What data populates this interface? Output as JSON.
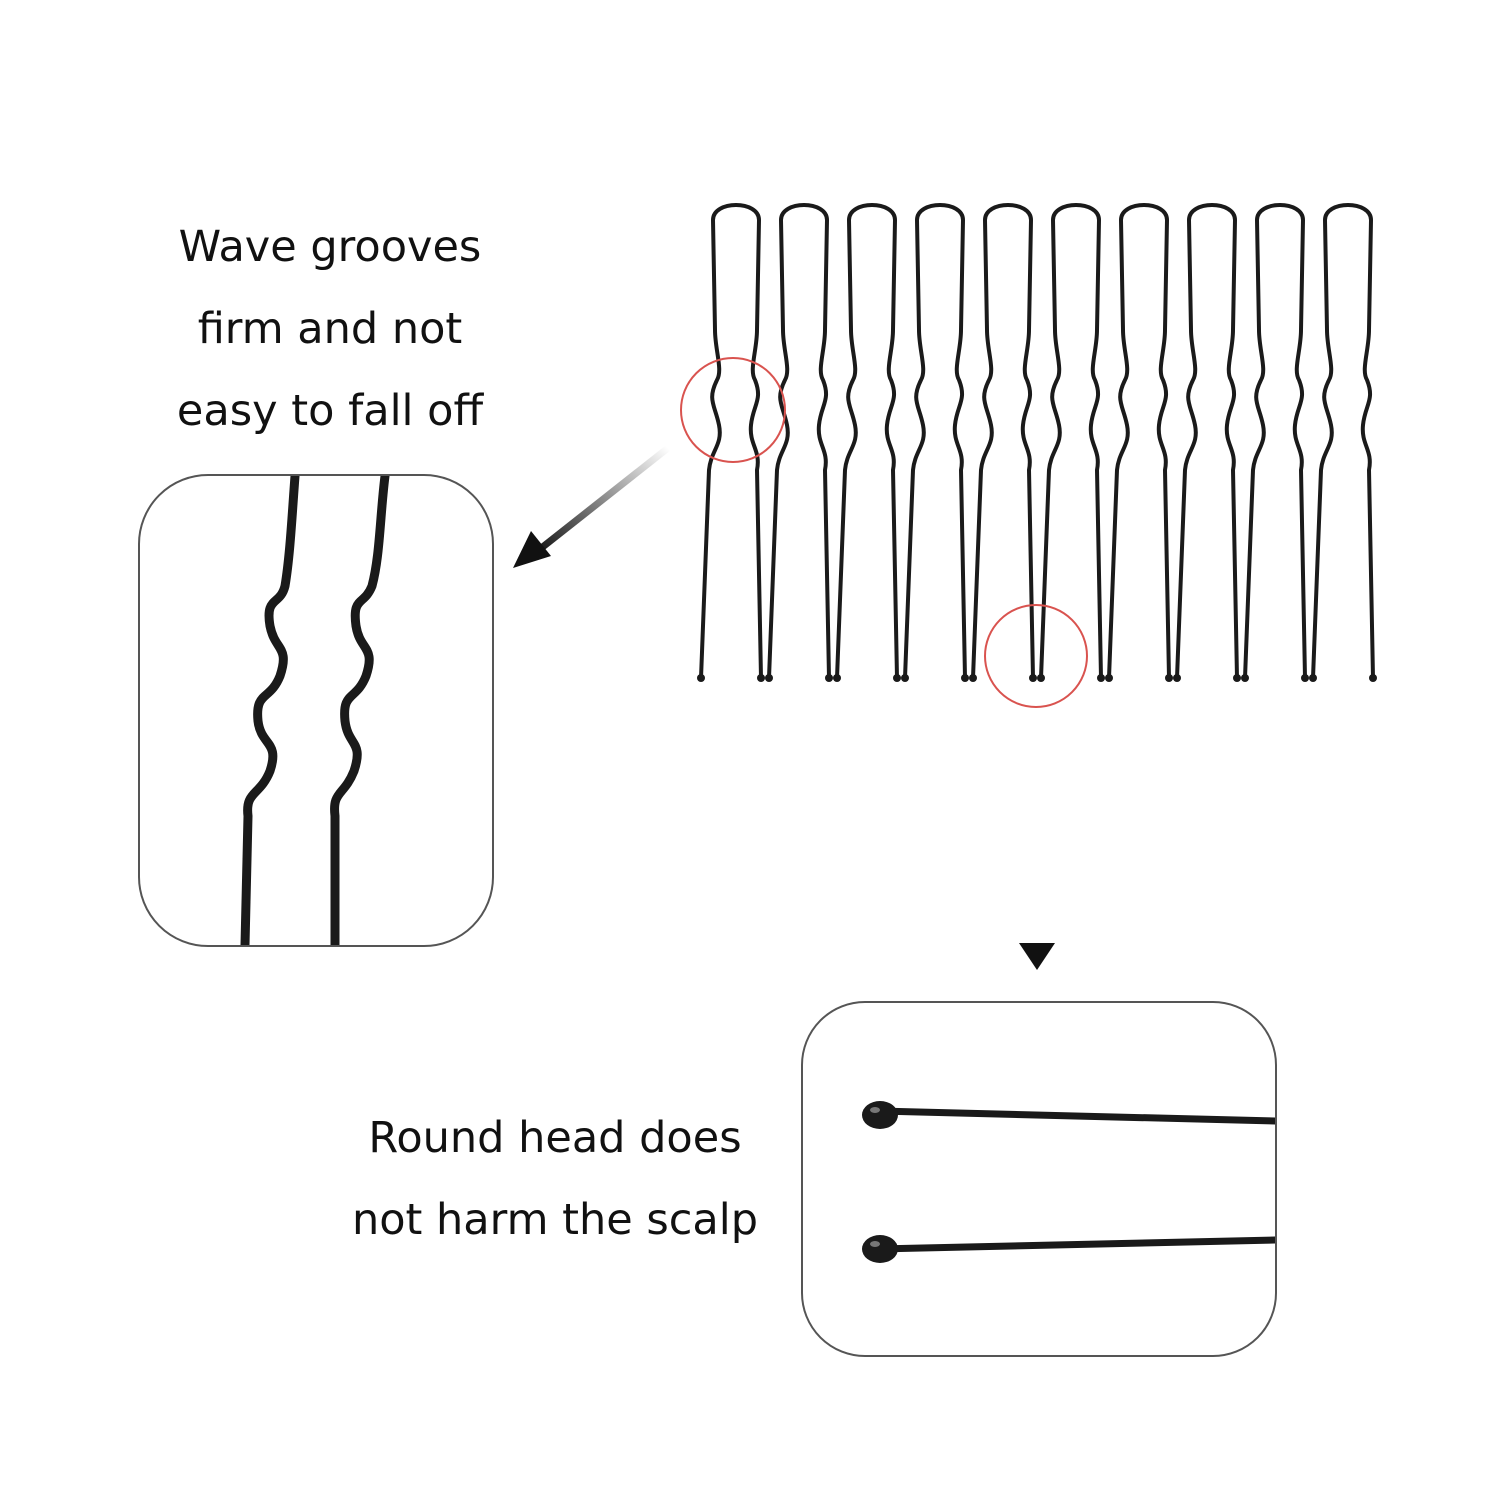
{
  "captions": {
    "wave_grooves": [
      "Wave grooves",
      "firm and not",
      "easy to fall off"
    ],
    "round_head": [
      "Round head does",
      "not harm the scalp"
    ]
  },
  "pin_count": 10,
  "colors": {
    "pin": "#1a1a1a",
    "highlight_circle": "#d9534f",
    "arrow": "#111111",
    "box_border": "#555555"
  }
}
